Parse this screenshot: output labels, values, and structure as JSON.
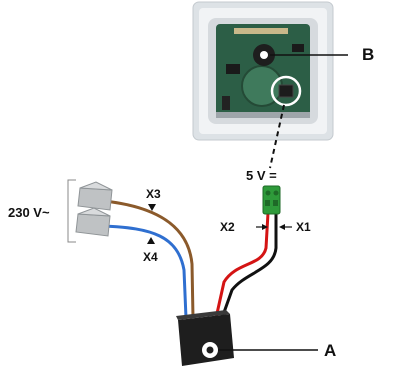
{
  "labels": {
    "device_a": "A",
    "device_b": "B",
    "voltage_mains": "230 V~",
    "voltage_low": "5 V =",
    "wire_x1": "X1",
    "wire_x2": "X2",
    "wire_x3": "X3",
    "wire_x4": "X4"
  },
  "colors": {
    "wire_brown": "#8B5A2B",
    "wire_blue": "#2F6FD0",
    "wire_red": "#D41414",
    "wire_black": "#111111",
    "connector_green": "#2E9A3A",
    "pcb_green": "#2C5E46",
    "frame_white": "#E9ECEF",
    "power_supply_body": "#1E1E1E",
    "wago_grey": "#BFC2C4"
  },
  "icons": {
    "power_supply": "power-supply-box",
    "terminal_block": "green-screw-terminal",
    "wago_clamps": "lever-wire-connectors"
  }
}
